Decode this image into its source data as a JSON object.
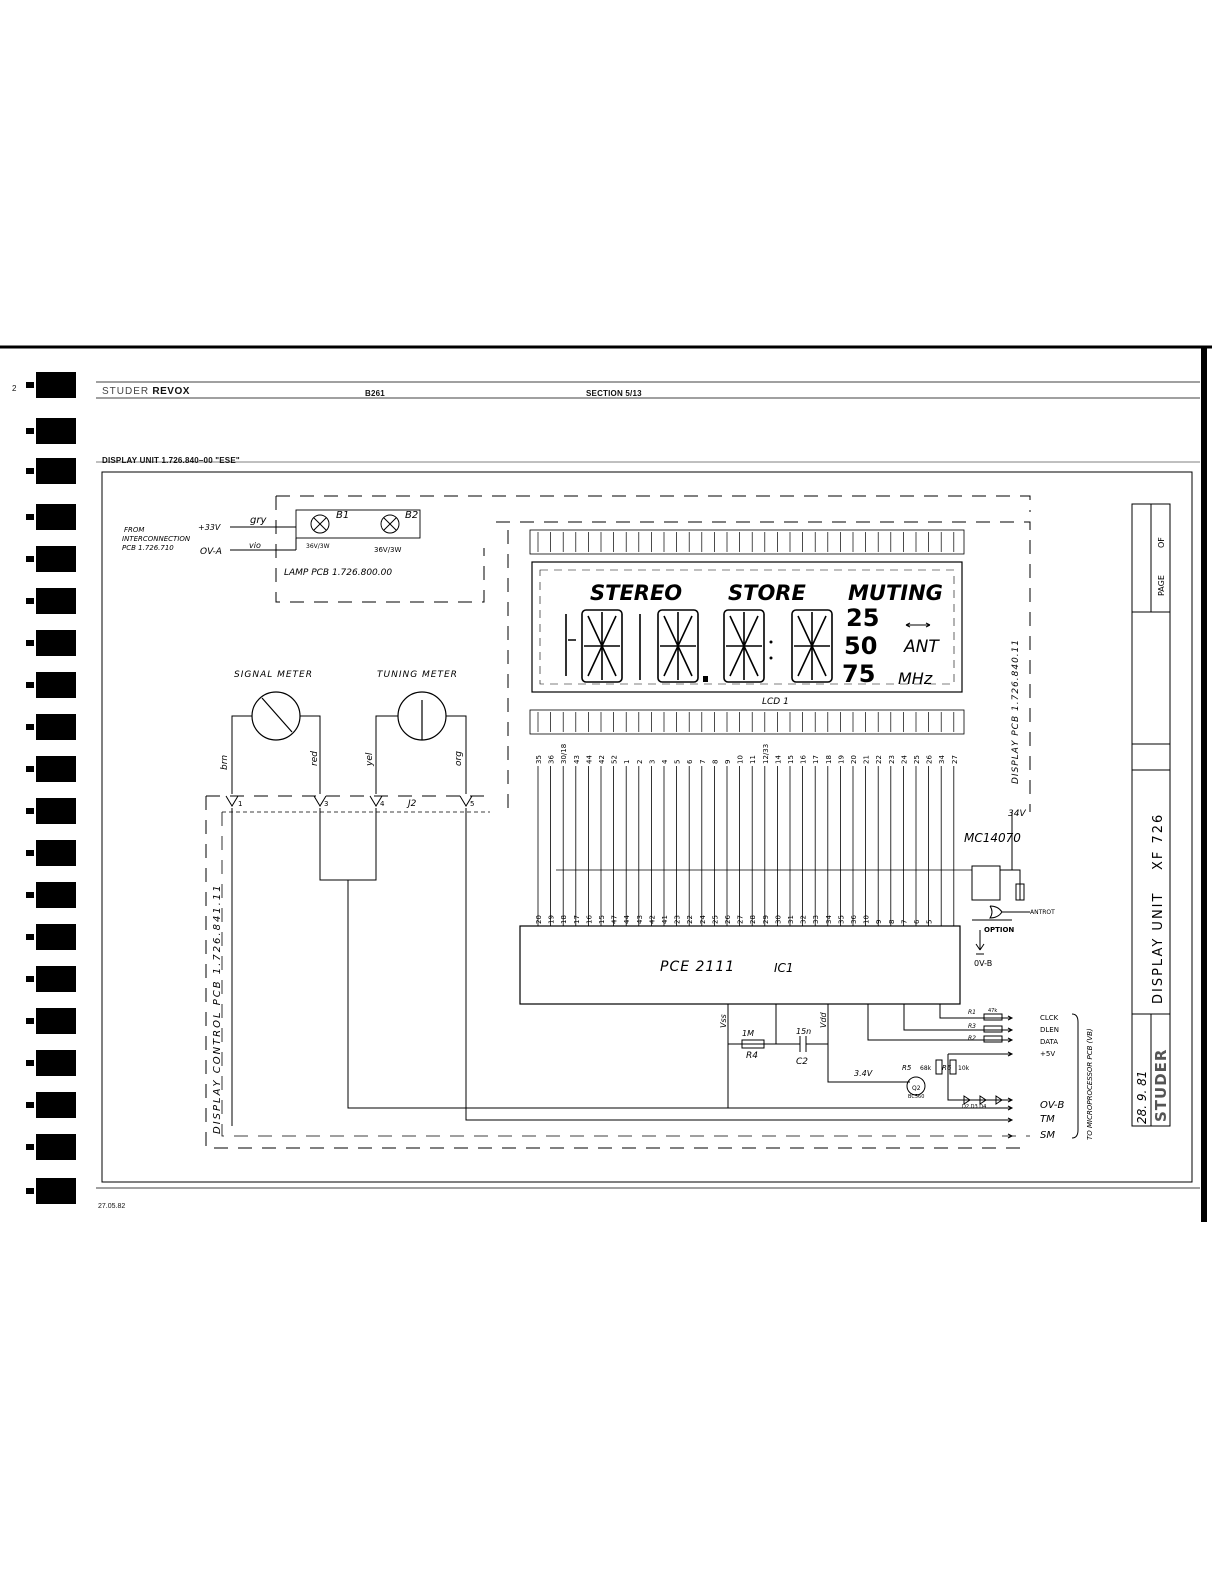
{
  "header": {
    "brand_studer": "STUDER",
    "brand_revox": "REVOX",
    "model": "B261",
    "section": "SECTION 5/13",
    "page_number": "2"
  },
  "title": "DISPLAY UNIT   1.726.840–00  \"ESE\"",
  "footer_date": "27.05.82",
  "title_block": {
    "page": "PAGE",
    "of": "OF",
    "drawing_title": "DISPLAY  UNIT",
    "model": "XF 726",
    "date": "28. 9. 81",
    "studer": "STUDER"
  },
  "lamp": {
    "from_text": [
      "FROM",
      "INTERCONNECTION",
      "PCB 1.726.710"
    ],
    "plus_33v": "+33V",
    "ov_a": "OV-A",
    "gry": "gry",
    "vio": "vio",
    "b1": "B1",
    "b2": "B2",
    "b1_rating": "36V/3W",
    "b2_rating": "36V/3W",
    "pcb_label": "LAMP PCB   1.726.800.00"
  },
  "lcd": {
    "stereo": "STEREO",
    "store": "STORE",
    "muting": "MUTING",
    "n25": "25",
    "n50": "50",
    "n75": "75",
    "ant": "ANT",
    "mhz": "MHz",
    "label": "LCD 1",
    "pcb_label": "DISPLAY PCB  1.726.840.11"
  },
  "meters": {
    "signal": "SIGNAL METER",
    "tuning": "TUNING METER",
    "wires": [
      "brn",
      "red",
      "yel",
      "org"
    ],
    "pins": [
      "1",
      "3",
      "4",
      "5"
    ],
    "connector": "J2"
  },
  "control_pcb": "DISPLAY CONTROL PCB  1.726.841.11",
  "ic": {
    "name": "PCE 2111",
    "ref": "IC1",
    "gate": "MC14070",
    "option": "OPTION",
    "ov_b": "0V-B",
    "antrot": "ANTROT",
    "v34": "34V"
  },
  "lcd_pins": [
    "35",
    "36",
    "30/18",
    "43",
    "44",
    "42",
    "52",
    "1",
    "2",
    "3",
    "4",
    "5",
    "6",
    "7",
    "8",
    "9",
    "10",
    "11",
    "12/33",
    "14",
    "15",
    "16",
    "17",
    "18",
    "19",
    "20",
    "21",
    "22",
    "23",
    "24",
    "25",
    "26",
    "34",
    "27"
  ],
  "ic_pins": [
    "20",
    "19",
    "18",
    "17",
    "16",
    "15",
    "47",
    "44",
    "43",
    "42",
    "41",
    "23",
    "22",
    "24",
    "25",
    "26",
    "27",
    "28",
    "29",
    "30",
    "31",
    "32",
    "33",
    "34",
    "35",
    "36",
    "10",
    "9",
    "8",
    "7",
    "6",
    "5"
  ],
  "bottom": {
    "vss": "Vss",
    "vdd": "Vdd",
    "r4": "R4",
    "r4_val": "1M",
    "c2": "C2",
    "c2_val": "15n",
    "v34": "3.4V",
    "r5": "R5",
    "r6": "R6",
    "r5_val": "68k",
    "r6_val": "10k",
    "q2": "Q2",
    "q2_type": "BC560",
    "diodes": "D2  D3  D4",
    "signals": [
      "CLCK",
      "DLEN",
      "DATA",
      "+5V"
    ],
    "signals2": [
      "OV-B",
      "TM",
      "SM"
    ],
    "to_pcb": "TO MICROPROCESSOR PCB (VB)",
    "r1": "R1",
    "r2": "R2",
    "r3": "R3",
    "r_val": "47k"
  }
}
